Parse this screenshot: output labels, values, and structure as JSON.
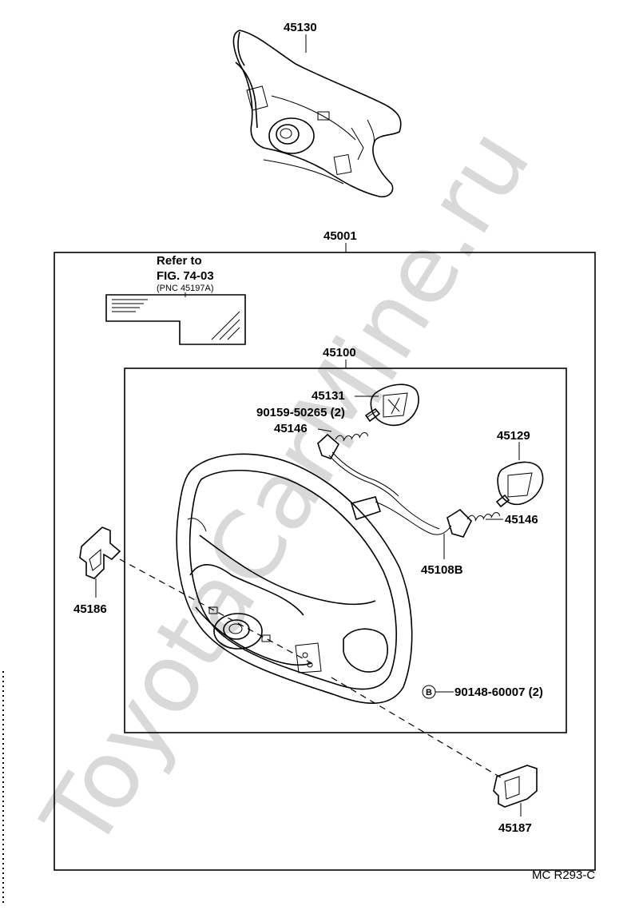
{
  "watermark": "ToyotaCarMine.ru",
  "parts": {
    "p45130": "45130",
    "p45001": "45001",
    "p45100": "45100",
    "p45131": "45131",
    "screw": "90159-50265 (2)",
    "p45146_left": "45146",
    "p45129": "45129",
    "p45146_right": "45146",
    "p45108b": "45108B",
    "p45186": "45186",
    "p45187": "45187",
    "bolt_marker": "B",
    "bolt": "90148-60007 (2)"
  },
  "refer": {
    "line1": "Refer to",
    "line2": "FIG. 74-03",
    "line3": "(PNC 45197A)"
  },
  "footer_code": "MC R293-C"
}
